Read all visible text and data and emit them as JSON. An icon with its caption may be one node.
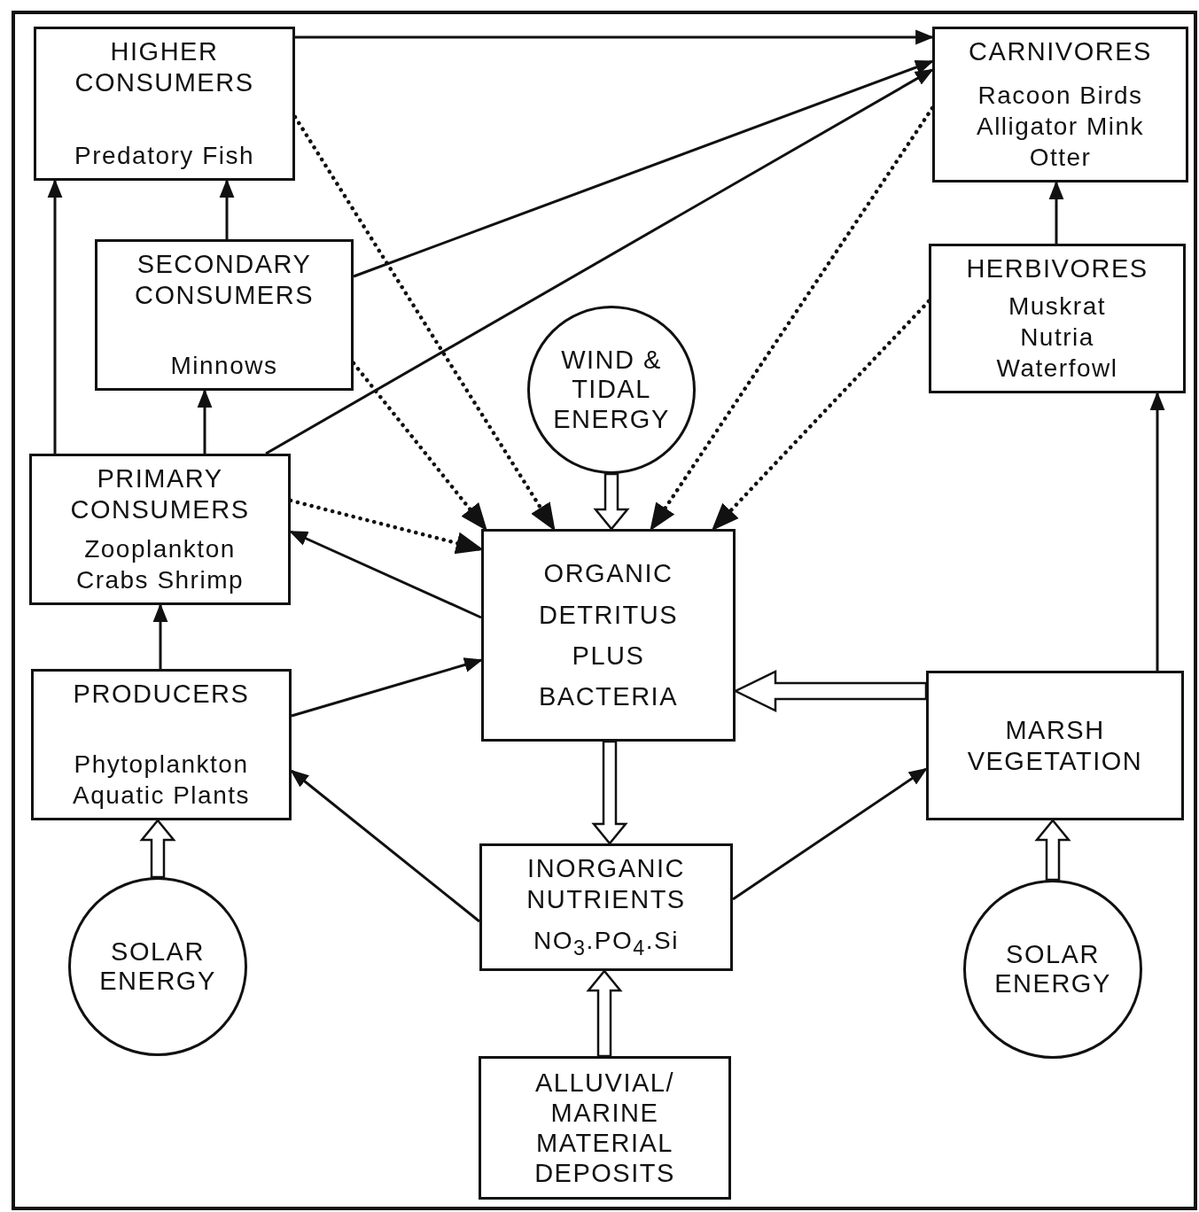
{
  "diagram": {
    "nodes": [
      {
        "text": [
          "HIGHER CONSUMERS",
          "Predatory Fish"
        ]
      },
      {
        "text": [
          "CARNIVORES",
          "Racoon Birds Alligator Mink Otter"
        ]
      },
      {
        "text": [
          "SECONDARY CONSUMERS",
          "Minnows"
        ]
      },
      {
        "text": [
          "HERBIVORES",
          "Muskrat Nutria Waterfowl"
        ]
      },
      {
        "text": [
          "WIND & TIDAL ENERGY"
        ]
      },
      {
        "text": [
          "PRIMARY CONSUMERS",
          "Zooplankton Crabs Shrimp"
        ]
      },
      {
        "text": [
          "ORGANIC DETRITUS PLUS BACTERIA"
        ]
      },
      {
        "text": [
          "PRODUCERS",
          "Phytoplankton Aquatic Plants"
        ]
      },
      {
        "text": [
          "MARSH VEGETATION"
        ]
      },
      {
        "text": [
          "INORGANIC NUTRIENTS",
          "NO$_{3}$.PO$_{4}$.Si"
        ]
      },
      {
        "text": [
          "SOLAR ENERGY"
        ]
      },
      {
        "text": [
          "SOLAR ENERGY"
        ]
      },
      {
        "text": [
          "ALLUVIAL/ MARINE MATERIAL DEPOSITS"
        ]
      }
    ],
    "edges": [
      {
        "from": 0,
        "to": 1,
        "arrow": "to"
      },
      {
        "from": 2,
        "to": 1,
        "arrow": "to"
      },
      {
        "from": 5,
        "to": 1,
        "arrow": "to"
      },
      {
        "from": 0,
        "to": 6,
        "arrow": "to",
        "style": "dashed"
      },
      {
        "from": 2,
        "to": 6,
        "arrow": "to",
        "style": "dashed"
      },
      {
        "from": 1,
        "to": 6,
        "arrow": "to",
        "style": "dashed"
      },
      {
        "from": 3,
        "to": 6,
        "arrow": "to",
        "style": "dashed"
      },
      {
        "from": 5,
        "to": 6,
        "arrow": "to",
        "style": "dashed"
      },
      {
        "from": 6,
        "to": 5,
        "arrow": "to"
      },
      {
        "from": 7,
        "to": 6,
        "arrow": "to"
      },
      {
        "from": 9,
        "to": 7,
        "arrow": "to"
      },
      {
        "from": 9,
        "to": 8,
        "arrow": "to"
      },
      {
        "from": 8,
        "to": 6,
        "arrow": "to",
        "style": "thick"
      },
      {
        "from": 7,
        "to": 5,
        "arrow": "to"
      },
      {
        "from": 5,
        "to": 0,
        "arrow": "to"
      },
      {
        "from": 5,
        "to": 2,
        "arrow": "to"
      },
      {
        "from": 2,
        "to": 0,
        "arrow": "to"
      },
      {
        "from": 3,
        "to": 1,
        "arrow": "to"
      },
      {
        "from": 8,
        "to": 3,
        "arrow": "to"
      },
      {
        "from": 4,
        "to": 6,
        "arrow": "to",
        "style": "thick"
      },
      {
        "from": 6,
        "to": 9,
        "arrow": "to",
        "style": "thick"
      },
      {
        "from": 12,
        "to": 9,
        "arrow": "to",
        "style": "thick"
      },
      {
        "from": 10,
        "to": 7,
        "arrow": "to",
        "style": "thick"
      },
      {
        "from": 11,
        "to": 8,
        "arrow": "to",
        "style": "thick"
      }
    ]
  }
}
